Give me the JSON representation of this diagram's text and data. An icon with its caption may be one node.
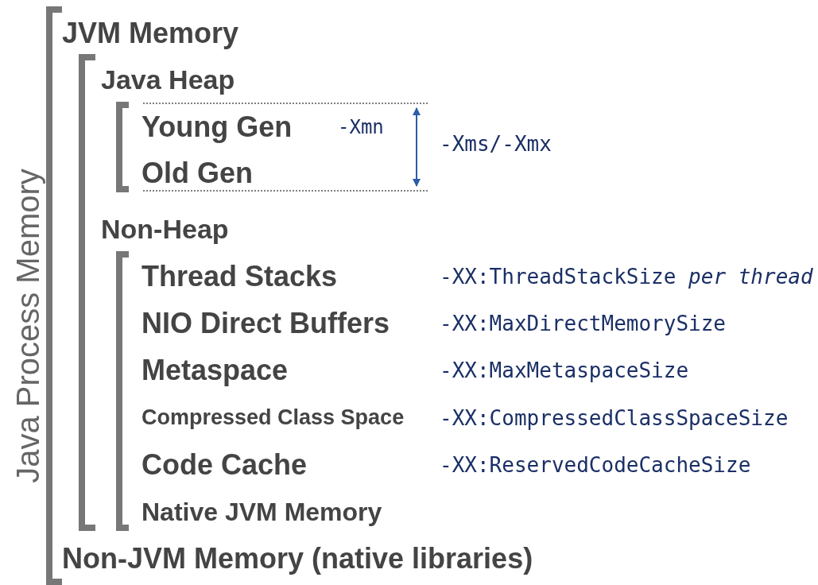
{
  "diagram": {
    "labels": [
      "Java Process Memory",
      "JVM Memory",
      "Java Heap",
      "Young Gen",
      "-Xmn",
      "-Xms/-Xmx",
      "Old Gen",
      "Non-Heap",
      "Thread Stacks",
      "-XX:ThreadStackSize *per thread*",
      "NIO Direct Buffers",
      "-XX:MaxDirectMemorySize",
      "Metaspace",
      "-XX:MaxMetaspaceSize",
      "Compressed Class Space",
      "-XX:CompressedClassSpaceSize",
      "Code Cache",
      "-XX:ReservedCodeCacheSize",
      "Native JVM Memory",
      "Non-JVM Memory (native libraries)"
    ]
  }
}
